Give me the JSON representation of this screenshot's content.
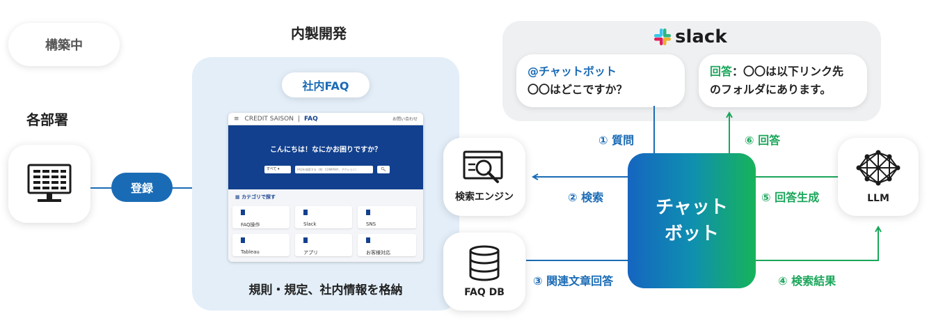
{
  "status_badge": "構築中",
  "department_label": "各部署",
  "register_button": "登録",
  "inhouse_title": "内製開発",
  "faq_panel": {
    "title": "社内FAQ",
    "caption": "規則・規定、社内情報を格納",
    "screenshot": {
      "brand": "CREDIT SAISON",
      "separator": "|",
      "section": "FAQ",
      "contact": "お問い合わせ",
      "hero_text": "こんにちは！なにかお困りですか？",
      "select_value": "すべて",
      "search_placeholder": "FAQを検索する（例：COMPANY、アクション）",
      "category_heading": "カテゴリで探す",
      "categories": [
        "FAQ操作",
        "Slack",
        "SNS",
        "Tableau",
        "アプリ",
        "お客様対応"
      ]
    }
  },
  "search_engine": {
    "label": "検索エンジン"
  },
  "faq_db": {
    "label": "FAQ DB"
  },
  "chatbot": {
    "line1": "チャット",
    "line2": "ボット"
  },
  "llm": {
    "label": "LLM"
  },
  "slack": {
    "logo_text": "slack",
    "question": {
      "mention": "@チャットボット",
      "text": "〇〇はどこですか？"
    },
    "answer": {
      "prefix": "回答",
      "line1": "：〇〇は以下リンク先",
      "line2": "のフォルダにあります。"
    }
  },
  "steps": {
    "s1": "① 質問",
    "s2": "② 検索",
    "s3": "③ 関連文章回答",
    "s4": "④ 検索結果",
    "s5": "⑤ 回答生成",
    "s6": "⑥ 回答"
  },
  "colors": {
    "blue": "#1a6bb5",
    "green": "#1aa65a",
    "panel_bg": "#e3eef8",
    "slack_bg": "#eef0f2"
  }
}
